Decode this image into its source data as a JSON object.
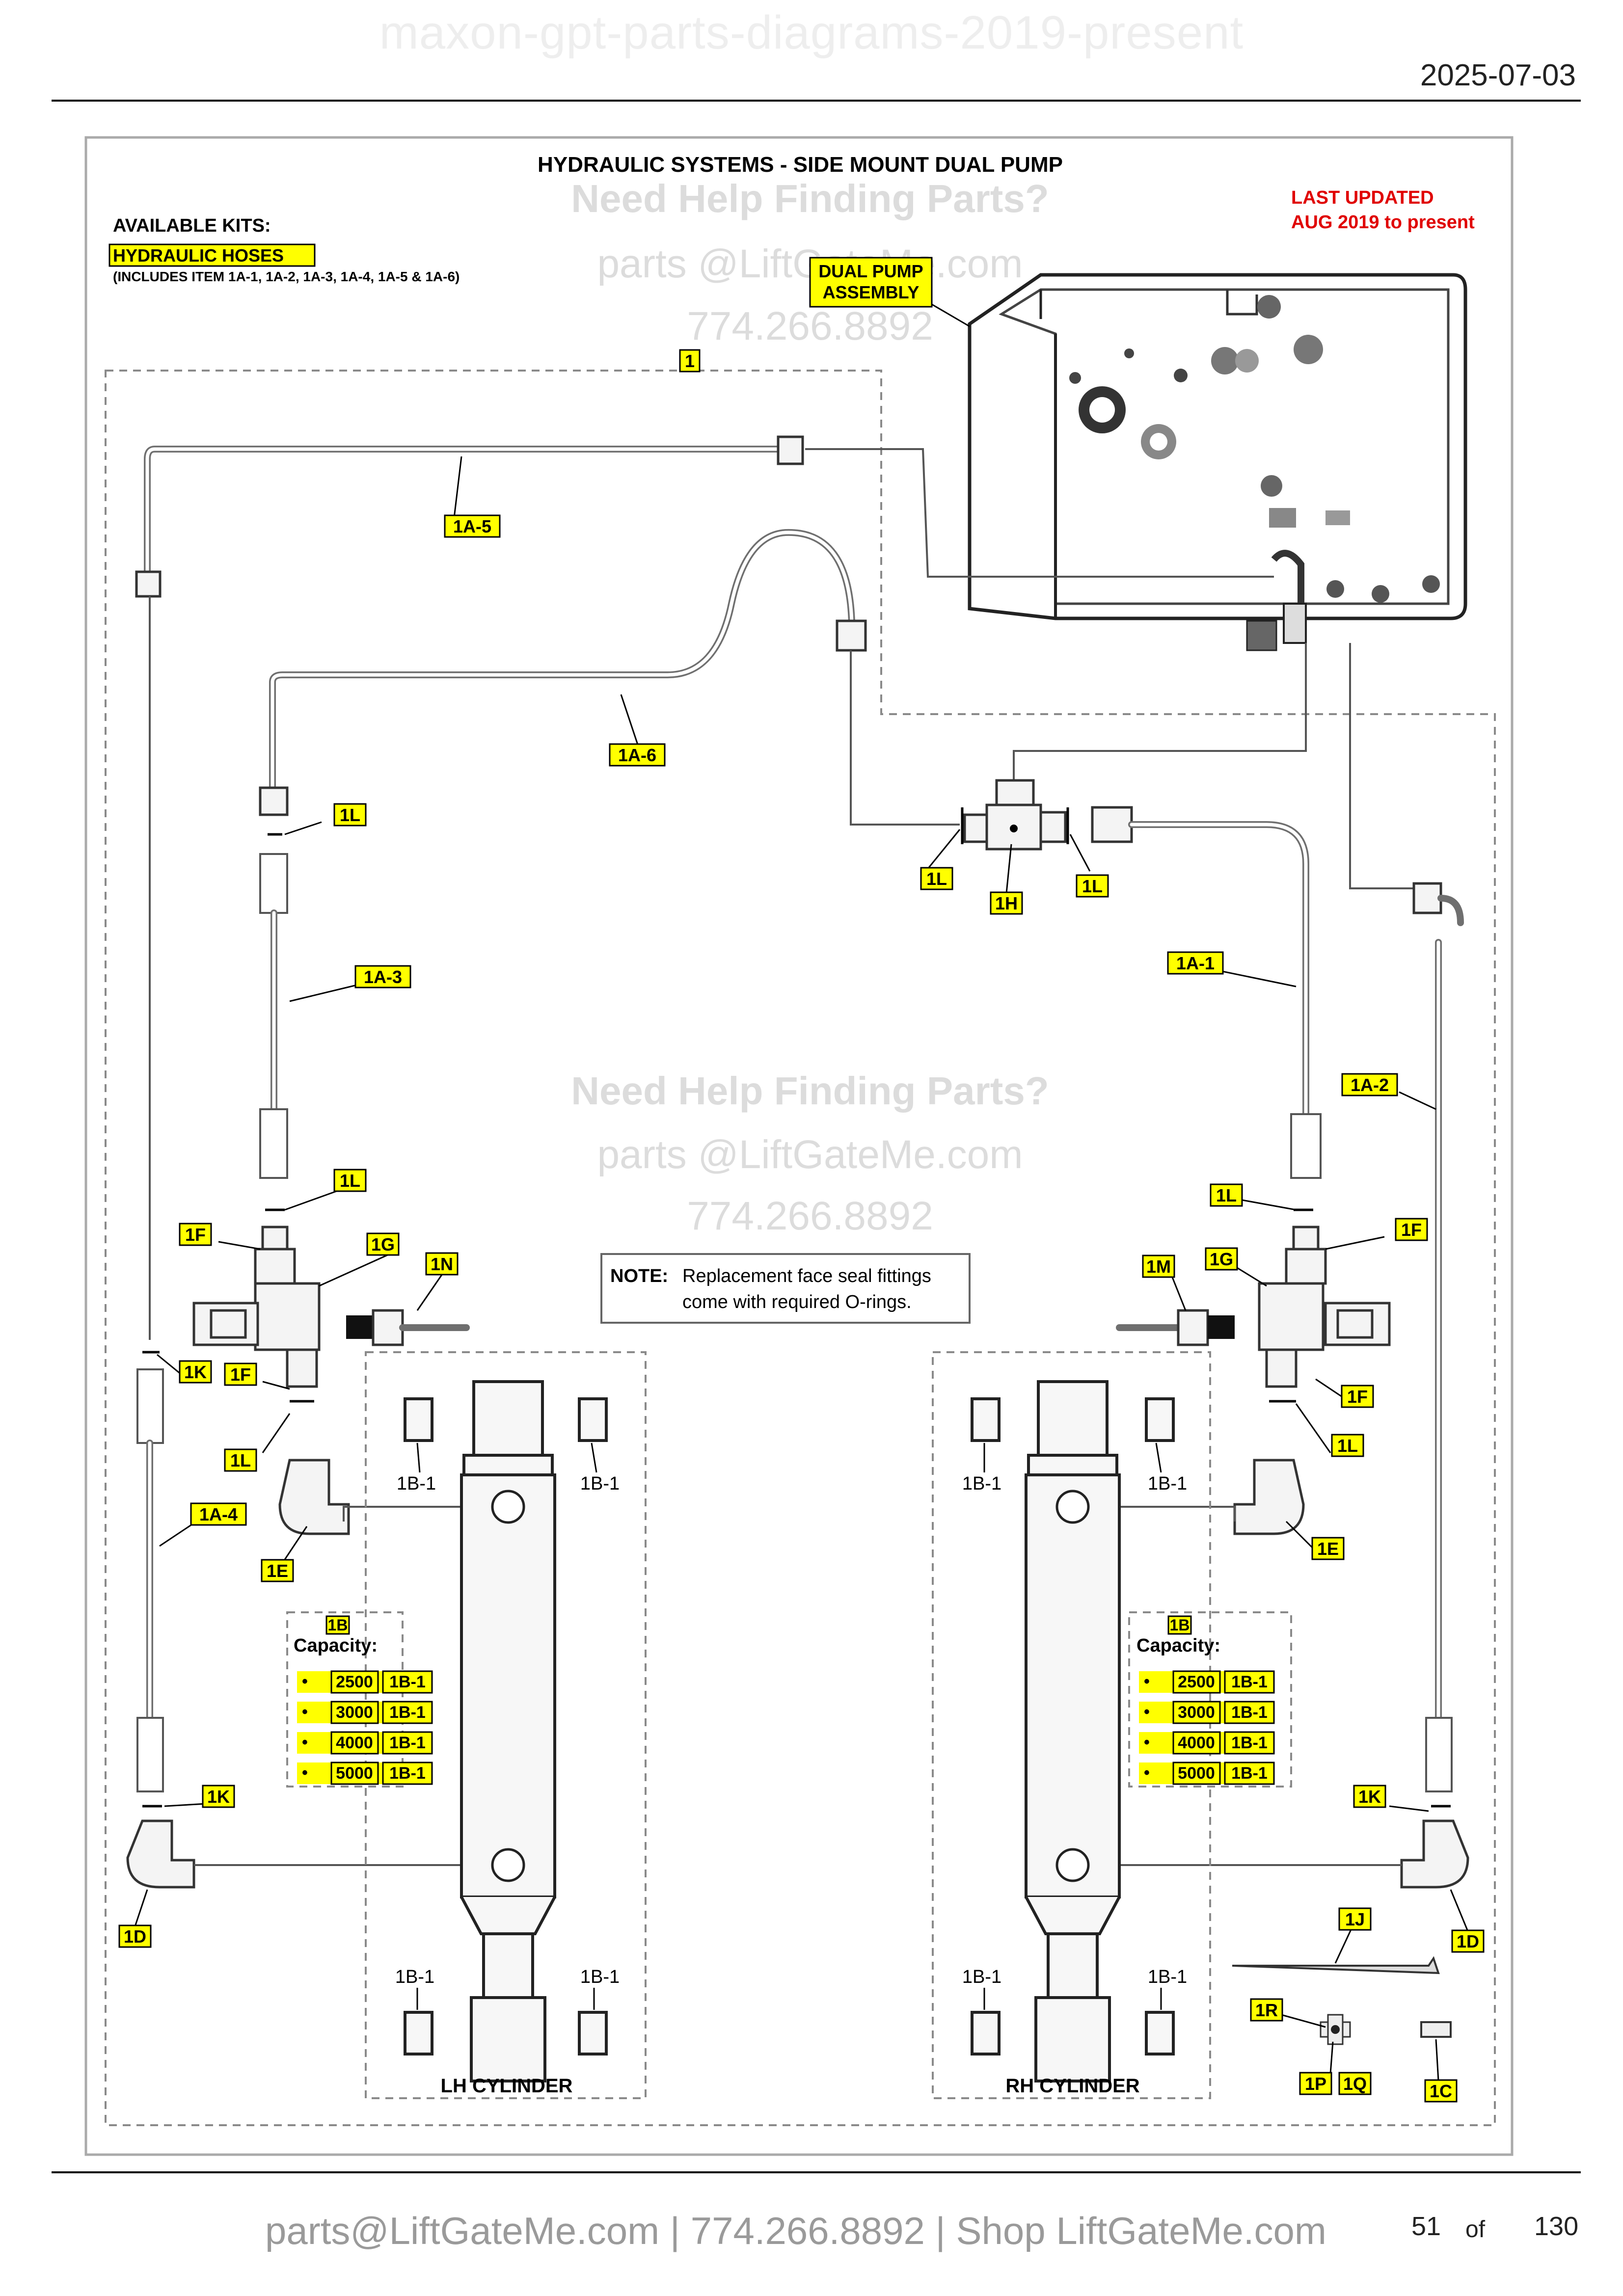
{
  "header": {
    "source_title": "maxon-gpt-parts-diagrams-2019-present",
    "date": "2025-07-03"
  },
  "diagram": {
    "title": "HYDRAULIC SYSTEMS - SIDE MOUNT DUAL PUMP",
    "available_kits_heading": "AVAILABLE KITS:",
    "kit_hydraulic_hoses": "HYDRAULIC HOSES",
    "kit_includes": "(INCLUDES ITEM 1A-1, 1A-2, 1A-3, 1A-4, 1A-5 & 1A-6)",
    "last_updated_1": "LAST UPDATED",
    "last_updated_2": "AUG 2019 to present",
    "dual_pump_1": "DUAL PUMP",
    "dual_pump_2": "ASSEMBLY",
    "note_bold": "NOTE:",
    "note_line1": "Replacement face seal fittings",
    "note_line2": "come with required O-rings.",
    "lh_cylinder": "LH CYLINDER",
    "rh_cylinder": "RH CYLINDER",
    "capacity_item": "1B",
    "capacity_label": "Capacity:",
    "capacity_rows": [
      {
        "bullet": "•",
        "capacity": "2500",
        "part": "1B-1"
      },
      {
        "bullet": "•",
        "capacity": "3000",
        "part": "1B-1"
      },
      {
        "bullet": "•",
        "capacity": "4000",
        "part": "1B-1"
      },
      {
        "bullet": "•",
        "capacity": "5000",
        "part": "1B-1"
      }
    ],
    "callout_labels": {
      "item_1": "1",
      "hose_1a5": "1A-5",
      "hose_1a6": "1A-6",
      "hose_1a3": "1A-3",
      "hose_1a1": "1A-1",
      "hose_1a2": "1A-2",
      "hose_1a4": "1A-4",
      "oring_1l_a": "1L",
      "oring_1l_b": "1L",
      "oring_1l_c": "1L",
      "oring_1l_d": "1L",
      "oring_1l_e": "1L",
      "oring_1l_f": "1L",
      "oring_1l_g": "1L",
      "tee_1h": "1H",
      "fitting_1f_a": "1F",
      "fitting_1f_b": "1F",
      "fitting_1f_c": "1F",
      "fitting_1f_d": "1F",
      "block_1g_left": "1G",
      "block_1g_right": "1G",
      "valve_1n": "1N",
      "valve_1m": "1M",
      "oring_1k_a": "1K",
      "oring_1k_b": "1K",
      "oring_1k_c": "1K",
      "elbow_1e_left": "1E",
      "elbow_1e_right": "1E",
      "elbow_1d_left": "1D",
      "elbow_1d_right": "1D",
      "tie_1j": "1J",
      "item_1r": "1R",
      "item_1p": "1P",
      "item_1q": "1Q",
      "item_1c": "1C"
    },
    "bushing_label": "1B-1"
  },
  "watermark": {
    "line1": "Need Help Finding Parts?",
    "line2": "parts @LiftGateMe.com",
    "line3": "774.266.8892"
  },
  "footer": {
    "contact": "parts@LiftGateMe.com | 774.266.8892 | Shop LiftGateMe.com",
    "page_number": "51",
    "of_label": "of",
    "total_pages": "130"
  },
  "colors": {
    "callout_fill": "#ffff00",
    "last_updated": "#e00000",
    "watermark": "#d9d9d9",
    "line": "#7a7a7a"
  }
}
